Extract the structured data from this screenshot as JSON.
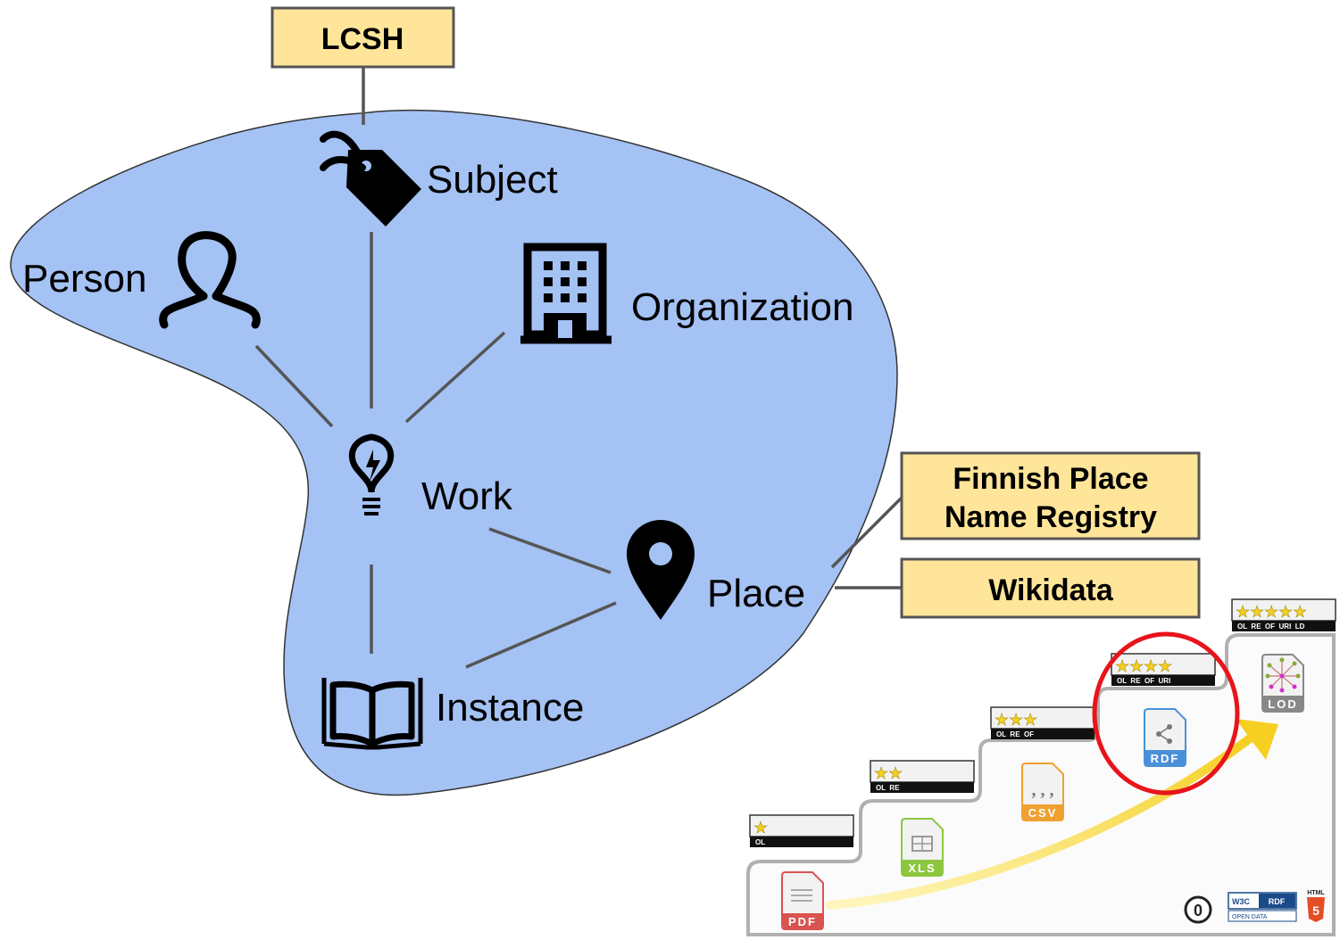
{
  "nodes": {
    "subject": "Subject",
    "person": "Person",
    "organization": "Organization",
    "work": "Work",
    "place": "Place",
    "instance": "Instance"
  },
  "sources": {
    "lcsh": "LCSH",
    "finnish_line1": "Finnish Place",
    "finnish_line2": "Name Registry",
    "wikidata": "Wikidata"
  },
  "five_star": {
    "badges": [
      {
        "stars": 1,
        "labels": "OL"
      },
      {
        "stars": 2,
        "labels": "OL  RE"
      },
      {
        "stars": 3,
        "labels": "OL  RE  OF"
      },
      {
        "stars": 4,
        "labels": "OL  RE  OF  URI"
      },
      {
        "stars": 5,
        "labels": "OL  RE  OF  URI  LD"
      }
    ],
    "formats": [
      "PDF",
      "XLS",
      "CSV",
      "RDF",
      "LOD"
    ],
    "highlighted": "RDF",
    "footer": {
      "zero": "0",
      "w3c": "W3C",
      "rdf": "RDF",
      "open_data": "OPEN DATA",
      "html": "HTML"
    },
    "colors": {
      "pdf": "#d9534f",
      "xls": "#8cc63f",
      "csv": "#f0a030",
      "rdf": "#4a90d9",
      "lod": "#888888",
      "highlight": "#e8141c",
      "arrow": "#f5d020"
    }
  },
  "colors": {
    "blob": "#a4c2f4",
    "source_box": "#ffe599",
    "edge": "#555555"
  }
}
